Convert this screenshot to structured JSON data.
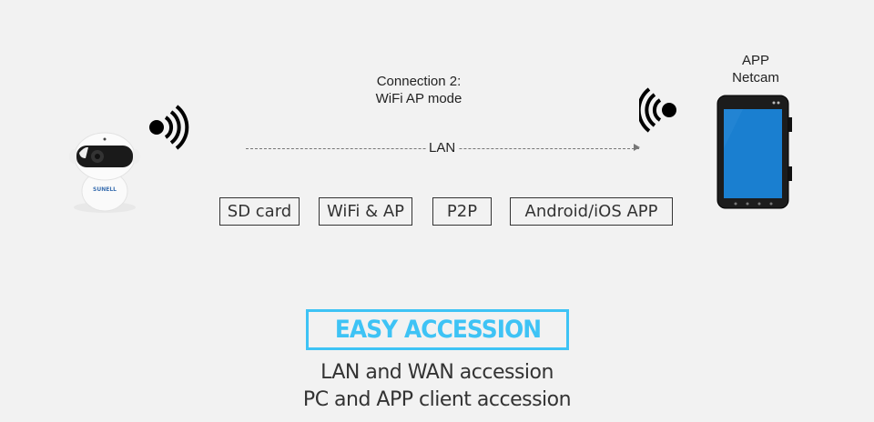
{
  "diagram": {
    "connection_label_line1": "Connection 2:",
    "connection_label_line2": "WiFi AP mode",
    "link_label": "LAN",
    "device_left": "camera-icon",
    "device_right": "tablet-icon",
    "app_label_line1": "APP",
    "app_label_line2": "Netcam",
    "features": [
      "SD card",
      "WiFi & AP",
      "P2P",
      "Android/iOS APP"
    ]
  },
  "headline": {
    "title": "EASY ACCESSION",
    "accent_color": "#3ec3f5",
    "lines": [
      "LAN and WAN accession",
      "PC and APP client accession"
    ]
  }
}
